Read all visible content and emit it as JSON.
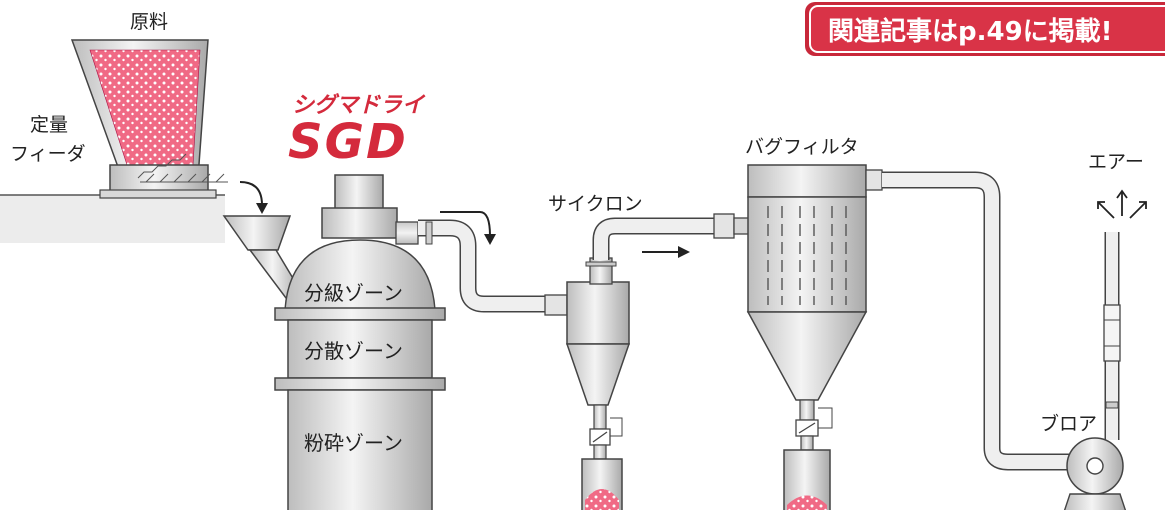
{
  "banner": {
    "text": "関連記事はp.49に掲載!"
  },
  "logo": {
    "kana": "シグマドライ",
    "name": "SGD"
  },
  "labels": {
    "raw_material": "原料",
    "feeder_line1": "定量",
    "feeder_line2": "フィーダ",
    "cyclone": "サイクロン",
    "bag_filter": "バグフィルタ",
    "air": "エアー",
    "blower": "ブロア"
  },
  "zones": {
    "classification": "分級ゾーン",
    "dispersion": "分散ゾーン",
    "grinding": "粉砕ゾーン"
  },
  "colors": {
    "accent": "#d42a3c",
    "powder": "#f06a85",
    "equipment": "#dedede",
    "outline": "#444444"
  }
}
